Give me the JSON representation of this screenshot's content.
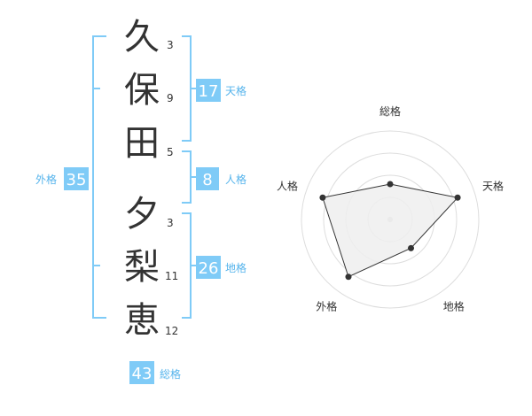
{
  "colors": {
    "accent": "#7fcbf7",
    "accent_text": "#56b4ec",
    "text": "#333333",
    "grid": "#dddddd",
    "radar_fill": "#eeeeee",
    "radar_line": "#333333"
  },
  "name": {
    "characters": [
      {
        "char": "久",
        "strokes": "3"
      },
      {
        "char": "保",
        "strokes": "9"
      },
      {
        "char": "田",
        "strokes": "5"
      },
      {
        "char": "夕",
        "strokes": "3"
      },
      {
        "char": "梨",
        "strokes": "11"
      },
      {
        "char": "恵",
        "strokes": "12"
      }
    ]
  },
  "kaku": {
    "tenkaku": {
      "label": "天格",
      "value": "17"
    },
    "jinkaku": {
      "label": "人格",
      "value": "8"
    },
    "chikaku": {
      "label": "地格",
      "value": "26"
    },
    "gaikaku": {
      "label": "外格",
      "value": "35"
    },
    "soukaku": {
      "label": "総格",
      "value": "43"
    }
  },
  "chart_data": {
    "type": "radar",
    "axes": [
      "総格",
      "天格",
      "地格",
      "外格",
      "人格"
    ],
    "values": [
      0.4,
      0.8,
      0.4,
      0.8,
      0.8
    ],
    "rings": 4,
    "grid": true
  }
}
